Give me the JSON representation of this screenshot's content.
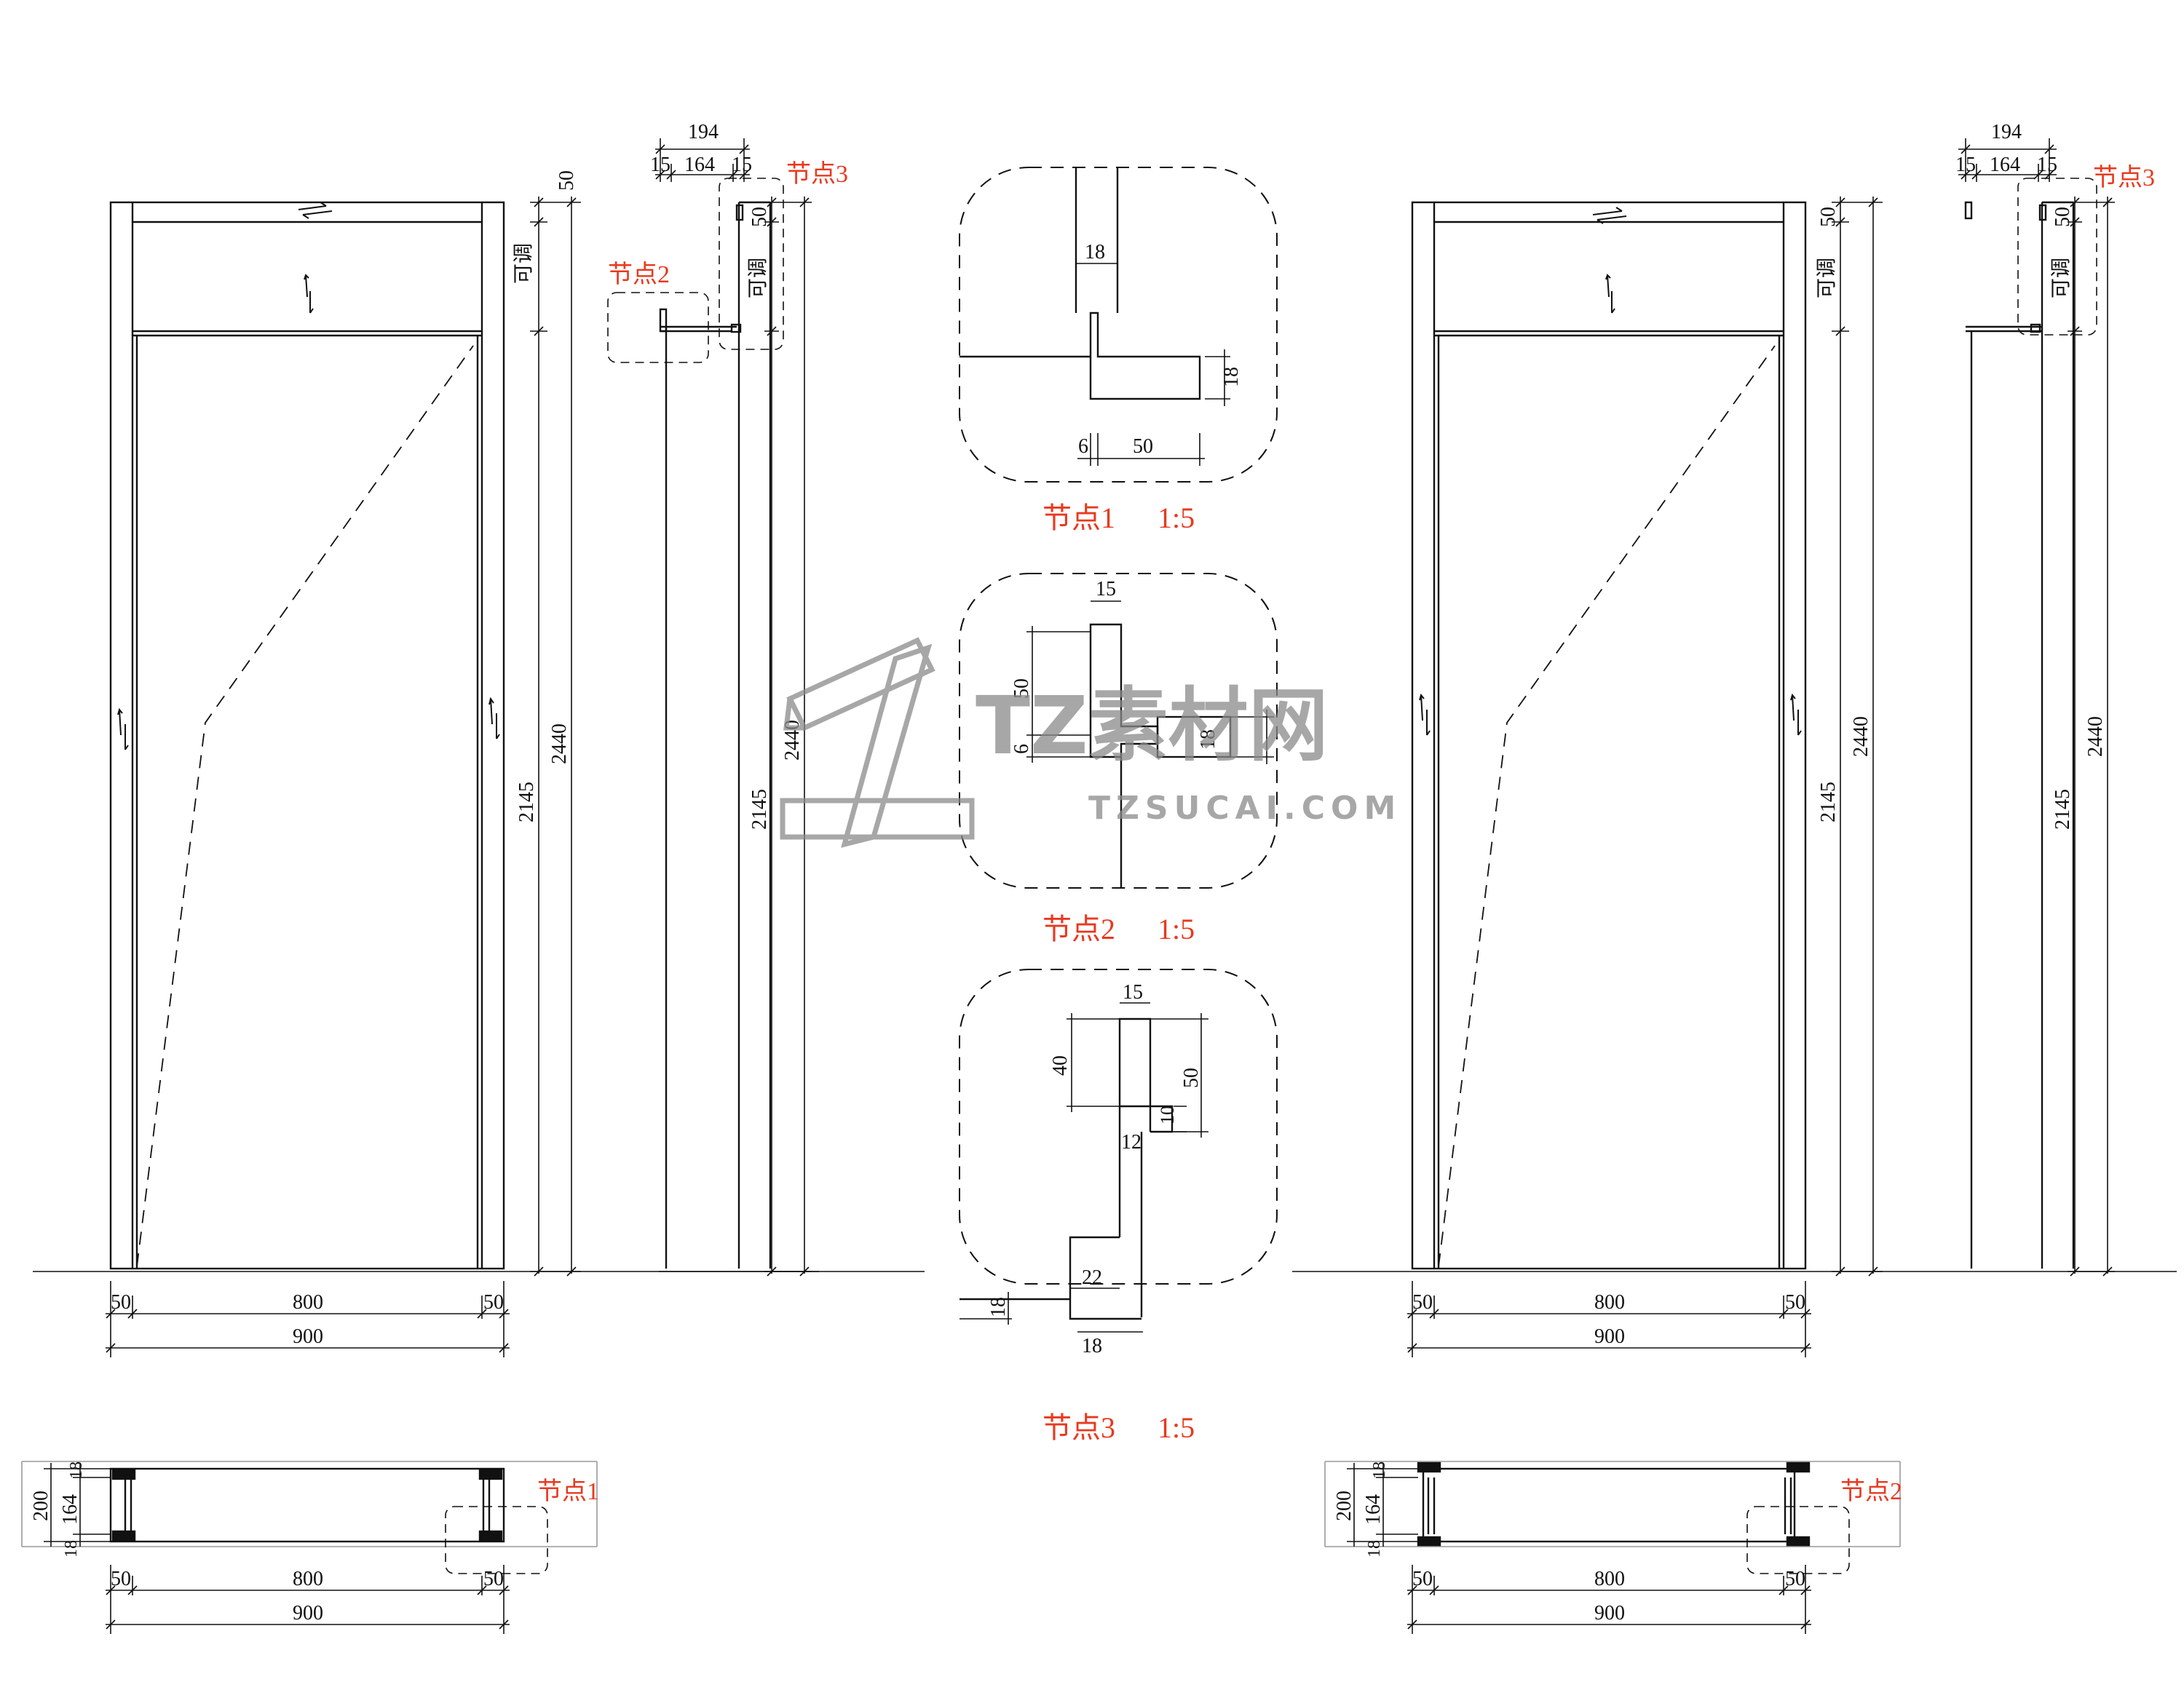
{
  "dims": {
    "d15": "15",
    "d164": "164",
    "d194": "194",
    "d50": "50",
    "d18": "18",
    "d6": "6",
    "d40": "40",
    "d10": "10",
    "d12": "12",
    "d22": "22",
    "d800": "800",
    "d900": "900",
    "d2145": "2145",
    "d2440": "2440",
    "d200": "200"
  },
  "labels": {
    "adjustable": "可调",
    "node1": "节点1",
    "node2": "节点2",
    "node3": "节点3",
    "scale": "1:5"
  },
  "watermark": {
    "brand": "TZ素材网",
    "url": "TZSUCAI.COM"
  },
  "colors": {
    "line": "#111111",
    "callout": "#e8391f",
    "watermark": "#8a8a8a"
  }
}
